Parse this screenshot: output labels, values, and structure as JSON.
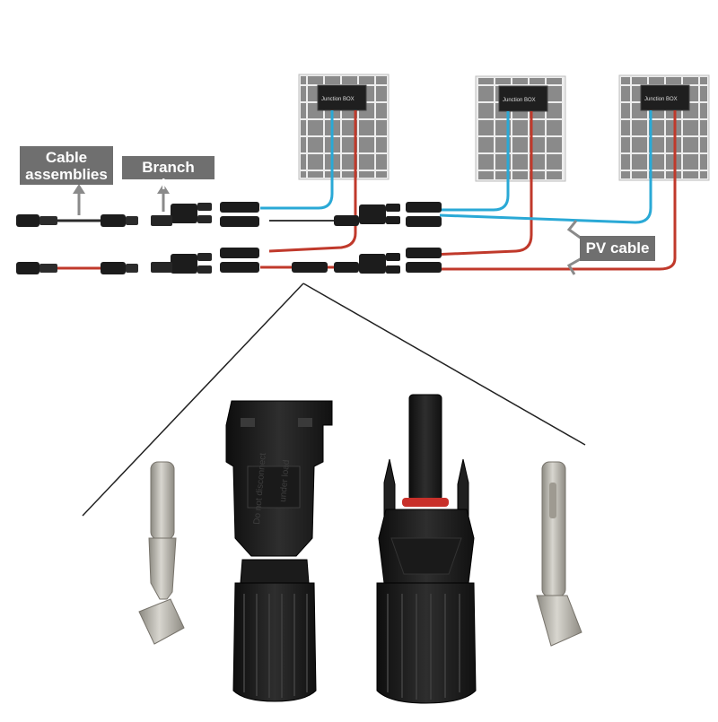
{
  "labels": {
    "cable_assemblies": "Cable assemblies",
    "branch_plug": "Branch plug",
    "pv_cable": "PV cable",
    "junction_box": "Junction BOX"
  },
  "connector_text": {
    "line1": "Do not disconnect",
    "line2": "under load"
  },
  "colors": {
    "positive_wire": "#c0392b",
    "negative_wire": "#2aa9d6",
    "connector": "#1c1c1c",
    "callout": "#6f6f6f",
    "panel_cell": "#8a8a8a",
    "pin_metal": "#b4b0a6",
    "seal_ring": "#c8302a"
  },
  "icons": [
    "solar-panel-icon",
    "junction-box-icon",
    "mc4-connector-icon",
    "branch-plug-icon",
    "metal-pin-icon",
    "arrow-icon"
  ]
}
